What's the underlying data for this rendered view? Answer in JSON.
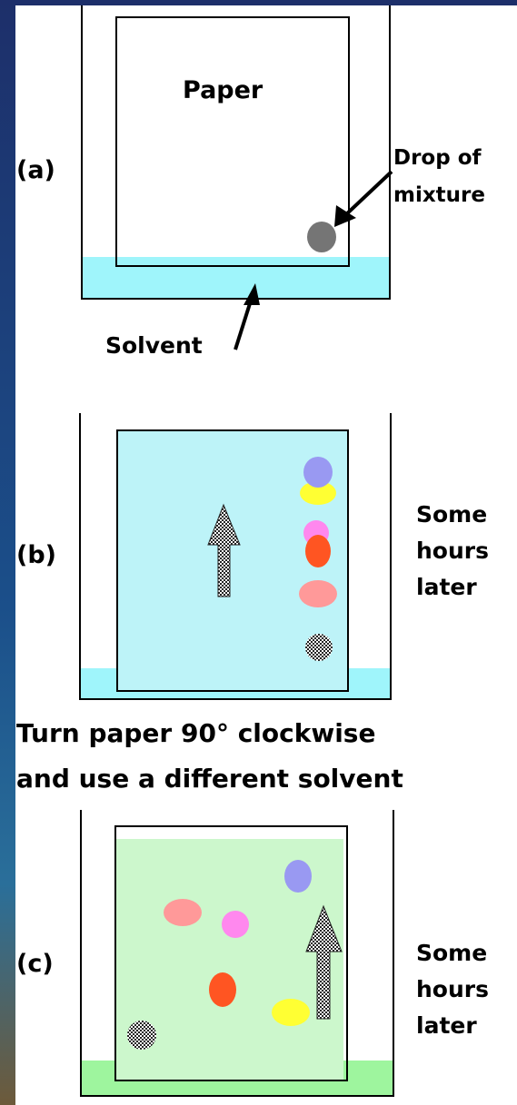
{
  "panel_a": {
    "letter": "(a)",
    "paper_label": "Paper",
    "drop_label_line1": "Drop of",
    "drop_label_line2": "mixture",
    "solvent_label": "Solvent",
    "drop_color": "#757575",
    "solvent_color": "#9ff5fb"
  },
  "panel_b": {
    "letter": "(b)",
    "note_line1": "Some",
    "note_line2": "hours",
    "note_line3": "later",
    "paper_wet_color": "#bdf3f8",
    "solvent_color": "#9ff5fb"
  },
  "instruction": {
    "line1": "Turn paper 90° clockwise",
    "line2": "and use a different solvent"
  },
  "panel_c": {
    "letter": "(c)",
    "note_line1": "Some",
    "note_line2": "hours",
    "note_line3": "later",
    "paper_wet_color": "#ccf7cc",
    "solvent_color": "#9ef59e"
  },
  "spot_colors": {
    "blue": "#9999f2",
    "yellow": "#ffff33",
    "pink": "#ff88ee",
    "red": "#ff5522",
    "salmon": "#ff9999",
    "gray": "#888888"
  }
}
